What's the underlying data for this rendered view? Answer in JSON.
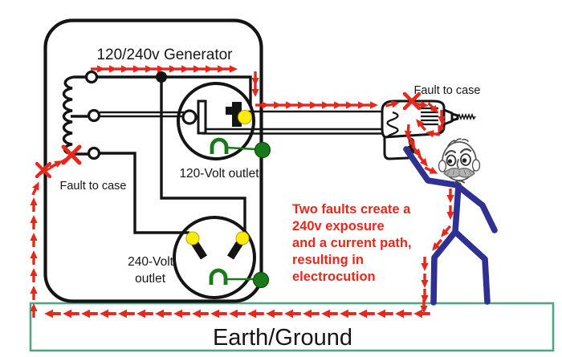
{
  "colors": {
    "red": "#e6281c",
    "blue": "#2f3192",
    "green": "#187a18",
    "yellow": "#ffec00",
    "teal": "#56a384",
    "ink": "#141414"
  },
  "generator": {
    "title": "120/240v Generator",
    "outlet_120_label": "120-Volt outlet",
    "outlet_240_label_line1": "240-Volt",
    "outlet_240_label_line2": "outlet",
    "fault_label": "Fault to case"
  },
  "drill": {
    "fault_label": "Fault to case"
  },
  "warning_lines": [
    "Two faults create a",
    "240v exposure",
    "and a current path,",
    "resulting in",
    "electrocution"
  ],
  "earth": {
    "label": "Earth/Ground"
  }
}
